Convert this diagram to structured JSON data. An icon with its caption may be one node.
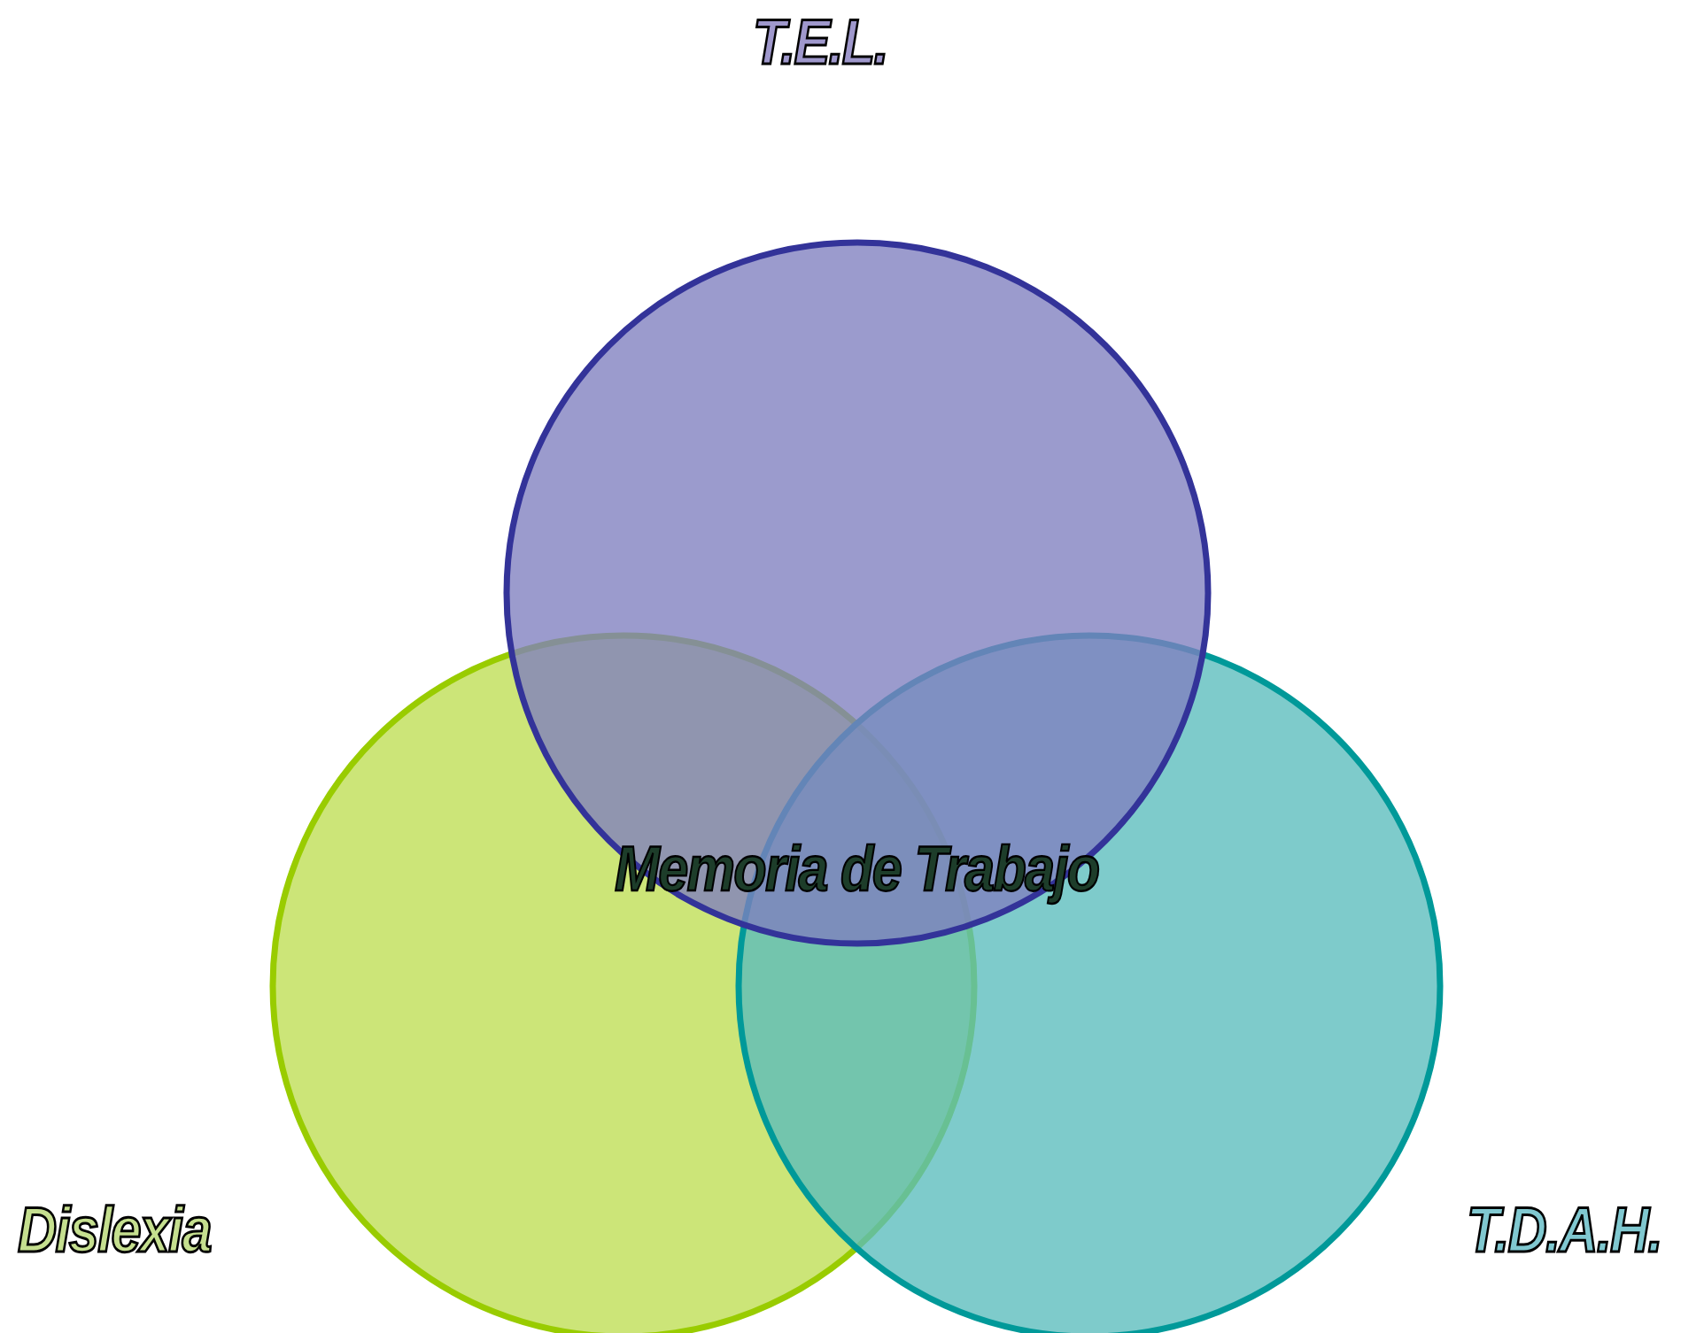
{
  "diagram": {
    "nodes": [
      {
        "text": [
          "T.E.L."
        ]
      },
      {
        "text": [
          "Dislexia"
        ]
      },
      {
        "text": [
          "T.D.A.H."
        ]
      }
    ],
    "labels": [
      "Memoria de Trabajo"
    ]
  }
}
